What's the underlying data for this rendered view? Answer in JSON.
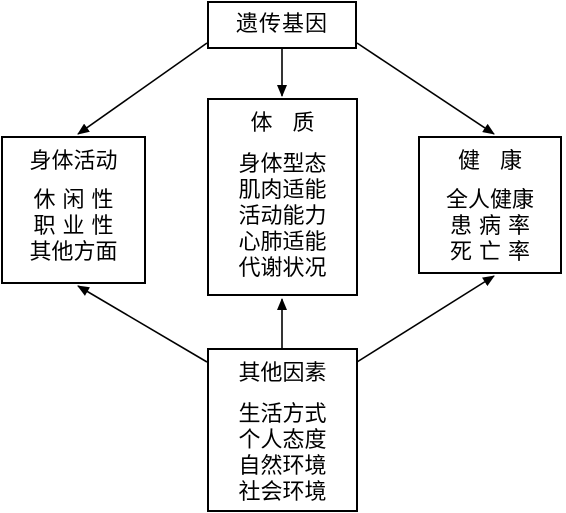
{
  "nodes": {
    "genetics": {
      "title": "遗传基因"
    },
    "physique": {
      "title": "体质",
      "items": [
        "身体型态",
        "肌肉适能",
        "活动能力",
        "心肺适能",
        "代谢状况"
      ]
    },
    "activity": {
      "title": "身体活动",
      "items": [
        "休 闲 性",
        "职 业 性",
        "其他方面"
      ]
    },
    "health": {
      "title": "健康",
      "items": [
        "全人健康",
        "患 病 率",
        "死 亡 率"
      ]
    },
    "other": {
      "title": "其他因素",
      "items": [
        "生活方式",
        "个人态度",
        "自然环境",
        "社会环境"
      ]
    }
  }
}
